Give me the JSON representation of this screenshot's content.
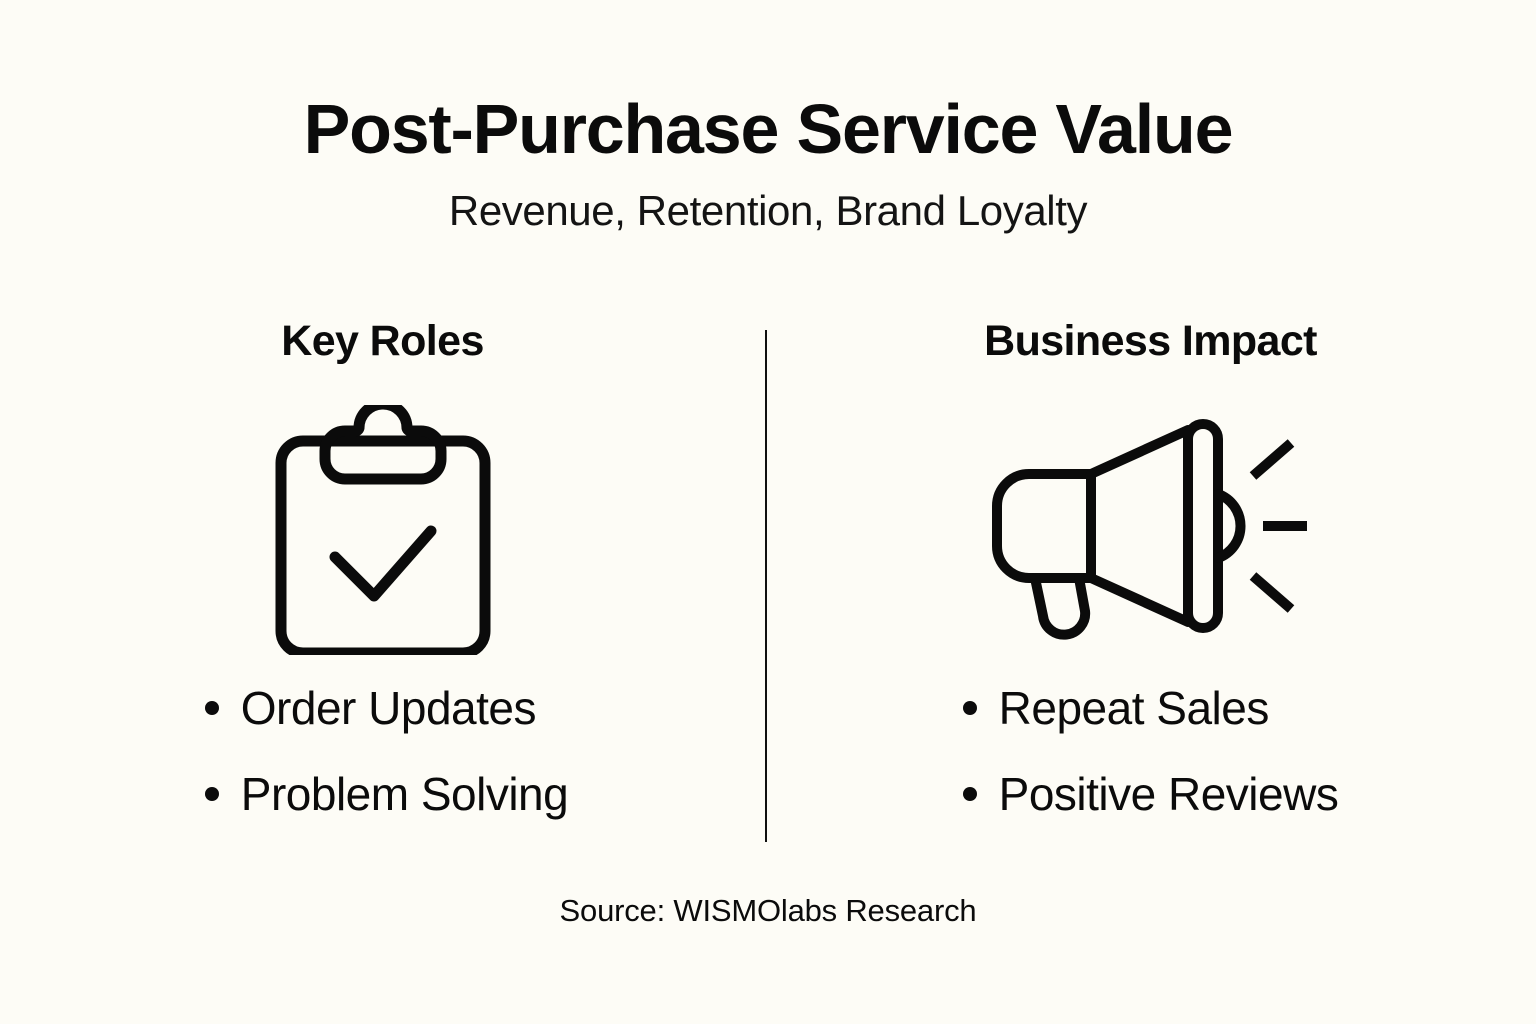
{
  "header": {
    "title": "Post-Purchase Service Value",
    "subtitle": "Revenue, Retention, Brand Loyalty"
  },
  "columns": [
    {
      "heading": "Key Roles",
      "icon": "clipboard-check-icon",
      "bullets": [
        "Order Updates",
        "Problem Solving"
      ]
    },
    {
      "heading": "Business Impact",
      "icon": "megaphone-icon",
      "bullets": [
        "Repeat Sales",
        "Positive Reviews"
      ]
    }
  ],
  "footer": {
    "source": "Source: WISMOlabs Research"
  },
  "colors": {
    "background": "#FDFCF6",
    "ink": "#0B0B0B",
    "divider": "#101010"
  }
}
